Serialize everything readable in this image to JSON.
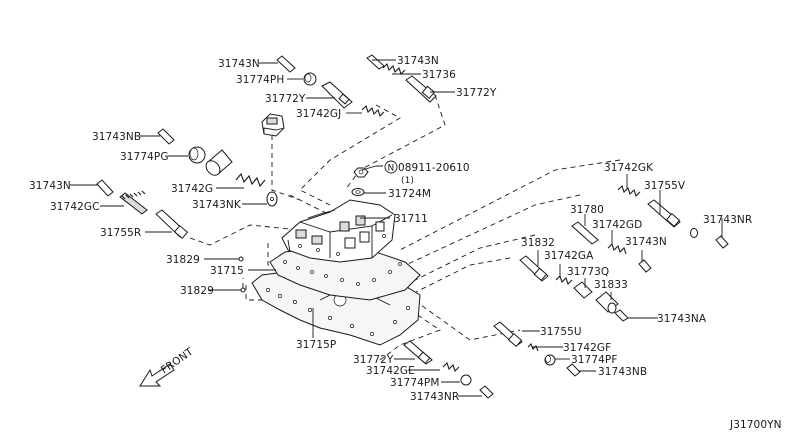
{
  "diagram": {
    "type": "exploded-parts-diagram",
    "subject": "Control valve body assembly",
    "reference_code": "J31700YN",
    "direction_indicator": "FRONT",
    "parts": {
      "p31743N_a": "31743N",
      "p31774PH": "31774PH",
      "p31772Y_a": "31772Y",
      "p31742GJ": "31742GJ",
      "p31743N_b": "31743N",
      "p31736": "31736",
      "p31772Y_b": "31772Y",
      "p31743NB_a": "31743NB",
      "p31774PG": "31774PG",
      "p31742G": "31742G",
      "p31743NK": "31743NK",
      "p31743N_c": "31743N",
      "p31742GC": "31742GC",
      "p31755R": "31755R",
      "p08911": "08911-20610",
      "p08911_qty": "(1)",
      "p08911_prefix": "N",
      "p31724M": "31724M",
      "p31711": "31711",
      "p31742GK": "31742GK",
      "p31755V": "31755V",
      "p31743NR_a": "31743NR",
      "p31780": "31780",
      "p31742GD": "31742GD",
      "p31743N_d": "31743N",
      "p31832": "31832",
      "p31742GA": "31742GA",
      "p31773Q": "31773Q",
      "p31833": "31833",
      "p31743NA": "31743NA",
      "p31829_a": "31829",
      "p31715": "31715",
      "p31829_b": "31829",
      "p31715P": "31715P",
      "p31755U": "31755U",
      "p31742GF": "31742GF",
      "p31774PF": "31774PF",
      "p31743NB_b": "31743NB",
      "p31772Y_c": "31772Y",
      "p31742GE": "31742GE",
      "p31774PM": "31774PM",
      "p31743NR_b": "31743NR"
    }
  }
}
